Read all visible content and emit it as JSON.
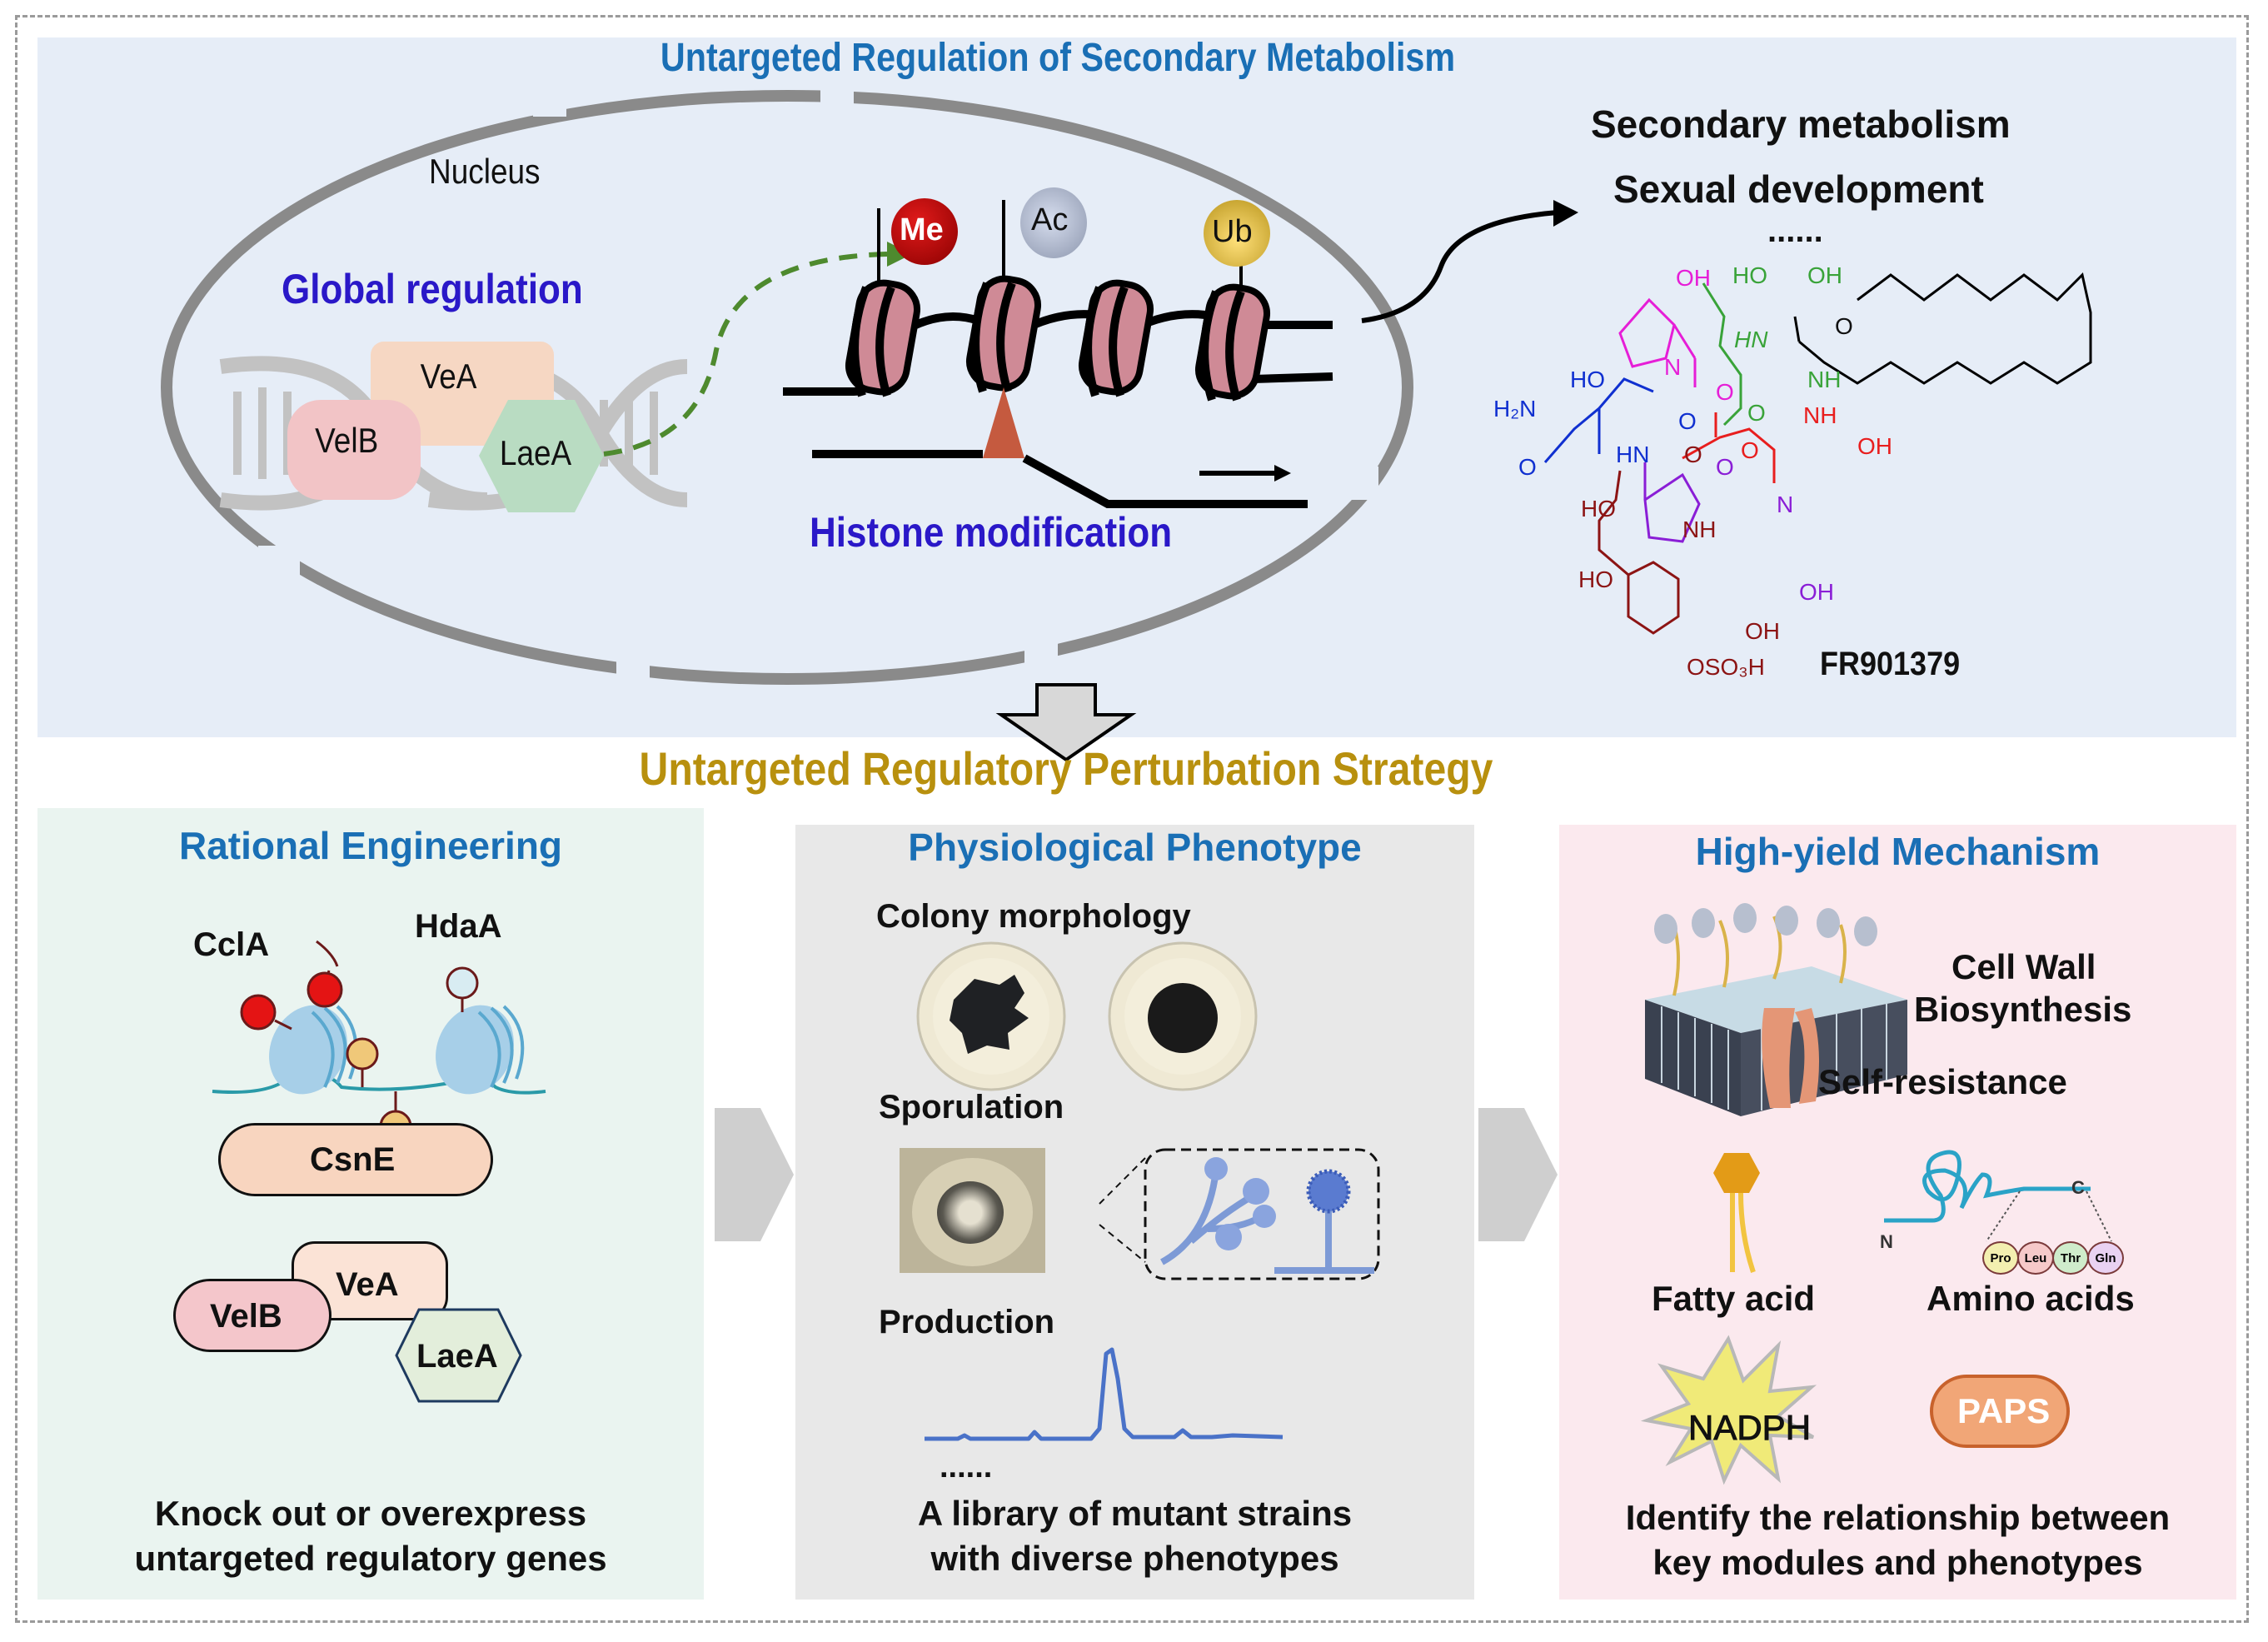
{
  "top_section": {
    "title": "Untargeted Regulation of Secondary Metabolism",
    "nucleus_label": "Nucleus",
    "global_regulation_label": "Global regulation",
    "complex": {
      "vea": "VeA",
      "velb": "VelB",
      "laea": "LaeA"
    },
    "histone_marks": [
      {
        "label": "Me",
        "color": "#c00000"
      },
      {
        "label": "Ac",
        "color": "#b8c3dc"
      },
      {
        "label": "Ub",
        "color": "#f5c84a"
      }
    ],
    "histone_modification_label": "Histone modification",
    "outcomes": [
      "Secondary metabolism",
      "Sexual development",
      "......"
    ],
    "compound": {
      "name": "FR901379",
      "atoms": {
        "oh_magenta": "OH",
        "ho_green": "HO",
        "oh_green": "OH",
        "hn_green": "HN",
        "nh_green": "NH",
        "o_black": "O",
        "n_magenta": "N",
        "o_magenta": "O",
        "o_green": "O",
        "ho_blue": "HO",
        "h2n_blue": "H₂N",
        "o_blue1": "O",
        "o_blue2": "O",
        "hn_blue": "HN",
        "nh_red": "NH",
        "o_red": "O",
        "oh_red": "OH",
        "o_darkred": "O",
        "o_purple": "O",
        "n_purple": "N",
        "ho_darkred1": "HO",
        "nh_darkred": "NH",
        "ho_darkred2": "HO",
        "oh_purple": "OH",
        "oh_darkred": "OH",
        "oso3h": "OSO₃H"
      }
    }
  },
  "strategy_title": "Untargeted Regulatory Perturbation Strategy",
  "panels": {
    "rational": {
      "title": "Rational Engineering",
      "ccla": "CclA",
      "hdaa": "HdaA",
      "csne": "CsnE",
      "vea": "VeA",
      "velb": "VelB",
      "laea": "LaeA",
      "caption": [
        "Knock out or overexpress",
        "untargeted regulatory genes"
      ]
    },
    "phenotype": {
      "title": "Physiological Phenotype",
      "colony": "Colony morphology",
      "sporulation": "Sporulation",
      "production": "Production",
      "ellipsis": "......",
      "caption": [
        "A library of mutant strains",
        "with diverse phenotypes"
      ]
    },
    "mechanism": {
      "title": "High-yield Mechanism",
      "cell_wall": [
        "Cell Wall",
        "Biosynthesis"
      ],
      "self_resistance": "Self-resistance",
      "fatty_acid": "Fatty acid",
      "amino_acids": "Amino acids",
      "n_term": "N",
      "c_term": "C",
      "residues": [
        {
          "label": "Pro",
          "color": "#f3efb0"
        },
        {
          "label": "Leu",
          "color": "#f6c9c9"
        },
        {
          "label": "Thr",
          "color": "#cfeccb"
        },
        {
          "label": "Gln",
          "color": "#e9d2f2"
        }
      ],
      "nadph": "NADPH",
      "paps": "PAPS",
      "caption": [
        "Identify the relationship between",
        "key modules and phenotypes"
      ]
    }
  },
  "colors": {
    "title_blue": "#1a6fb5",
    "regulation_blue": "#2a18c8",
    "strategy_gold": "#b8900e",
    "top_bg": "#e6edf7",
    "left_bg": "#eaf4f0",
    "mid_bg": "#e8e8e8",
    "right_bg": "#fbe9ee"
  }
}
